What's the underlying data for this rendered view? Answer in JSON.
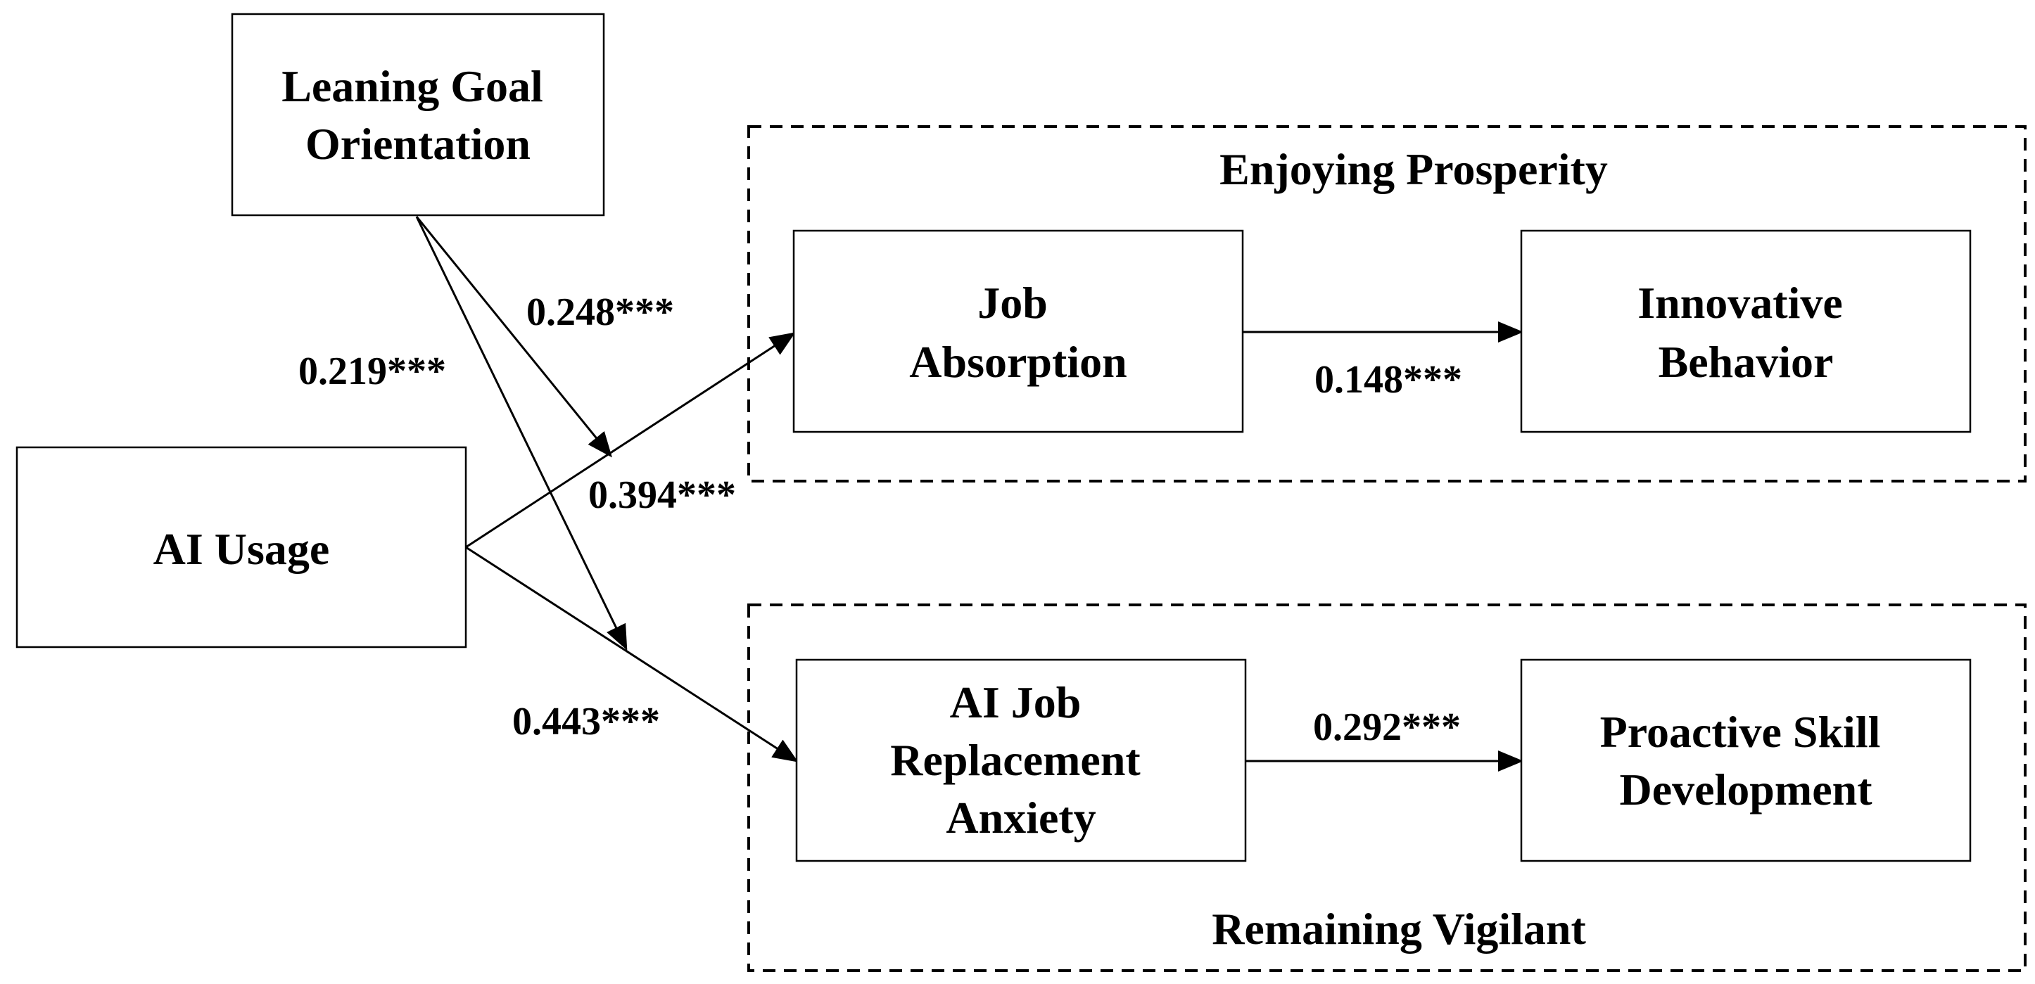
{
  "nodes": {
    "learning_goal": {
      "lines": [
        "Leaning Goal",
        "Orientation"
      ]
    },
    "ai_usage": {
      "lines": [
        "AI Usage"
      ]
    },
    "job_absorption": {
      "lines": [
        "Job",
        "Absorption"
      ]
    },
    "innovative_behavior": {
      "lines": [
        "Innovative",
        "Behavior"
      ]
    },
    "replacement_anxiety": {
      "lines": [
        "AI Job",
        "Replacement",
        "Anxiety"
      ]
    },
    "proactive_skill": {
      "lines": [
        "Proactive Skill",
        "Development"
      ]
    }
  },
  "groups": {
    "enjoying_prosperity": {
      "label": "Enjoying Prosperity"
    },
    "remaining_vigilant": {
      "label": "Remaining Vigilant"
    }
  },
  "paths": {
    "moderation_to_absorption": {
      "coefficient": "0.248***"
    },
    "moderation_to_anxiety": {
      "coefficient": "0.219***"
    },
    "usage_to_absorption": {
      "coefficient": "0.394***"
    },
    "absorption_to_innovation": {
      "coefficient": "0.148***"
    },
    "usage_to_anxiety": {
      "coefficient": "0.443***"
    },
    "anxiety_to_proactive": {
      "coefficient": "0.292***"
    }
  },
  "colors": {
    "stroke": "#000000",
    "background": "#ffffff"
  }
}
